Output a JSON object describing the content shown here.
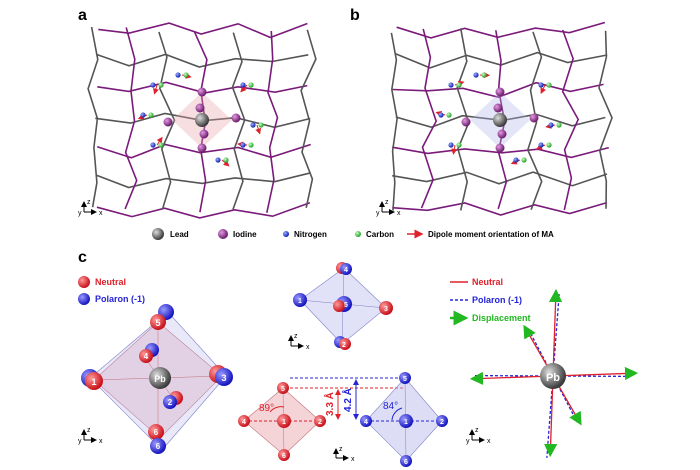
{
  "panels": {
    "a": "a",
    "b": "b",
    "c": "c"
  },
  "legend_top": {
    "lead": "Lead",
    "iodine": "Iodine",
    "nitrogen": "Nitrogen",
    "carbon": "Carbon",
    "dipole": "Dipole moment orientation of MA"
  },
  "legend_left": {
    "neutral": "Neutral",
    "polaron": "Polaron (-1)"
  },
  "legend_right": {
    "neutral": "Neutral",
    "polaron": "Polaron (-1)",
    "displacement": "Displacement"
  },
  "atoms": {
    "pb": "Pb",
    "n1": "1",
    "n2": "2",
    "n3": "3",
    "n4": "4",
    "n5": "5",
    "n6": "6"
  },
  "measurements": {
    "angle_neutral": "89°",
    "angle_polaron": "84°",
    "dist_neutral": "3.3 Å",
    "dist_polaron": "4.2 Å"
  },
  "axes": {
    "x": "x",
    "y": "y",
    "z": "z"
  },
  "colors": {
    "neutral": "#e0202a",
    "polaron": "#2424d8",
    "displacement": "#22b822",
    "lattice_purple": "#7a1a7a",
    "lattice_gray": "#555555",
    "lead": "#555555",
    "iodine": "#8a2a8a"
  }
}
